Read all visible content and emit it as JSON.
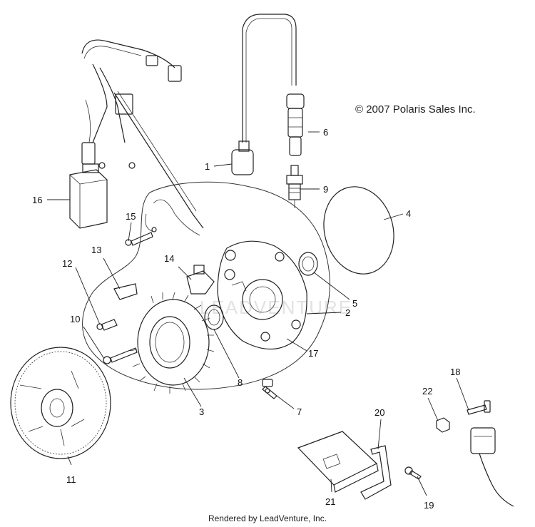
{
  "copyright": "© 2007 Polaris Sales Inc.",
  "footer": "Rendered by LeadVenture, Inc.",
  "watermark": "LEADVENTURE",
  "callouts": [
    "1",
    "2",
    "3",
    "4",
    "5",
    "6",
    "7",
    "8",
    "9",
    "10",
    "11",
    "12",
    "13",
    "14",
    "15",
    "16",
    "17",
    "18",
    "19",
    "20",
    "21",
    "22"
  ],
  "colors": {
    "line": "#222222",
    "background": "#ffffff",
    "watermark": "#e2e2e2"
  }
}
